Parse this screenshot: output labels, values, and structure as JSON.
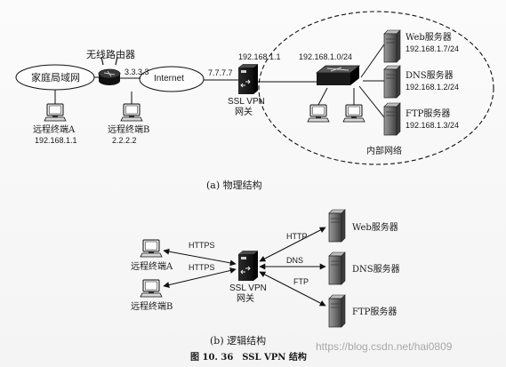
{
  "physical": {
    "home_lan": "家庭局域网",
    "router_label": "无线路由器",
    "router_ip": "3.3.3.3",
    "internet": "Internet",
    "gateway_ext_ip": "7.7.7.7",
    "gateway_int_ip": "192.168.1.1",
    "internal_subnet": "192.168.1.0/24",
    "gateway_label_1": "SSL VPN",
    "gateway_label_2": "网关",
    "terminal_a_name": "远程终端A",
    "terminal_a_ip": "192.168.1.1",
    "terminal_b_name": "远程终端B",
    "terminal_b_ip": "2.2.2.2",
    "web_server_name": "Web服务器",
    "web_server_ip": "192.168.1.7/24",
    "dns_server_name": "DNS服务器",
    "dns_server_ip": "192.168.1.2/24",
    "ftp_server_name": "FTP服务器",
    "ftp_server_ip": "192.168.1.3/24",
    "internal_network": "内部网络",
    "caption": "(a) 物理结构"
  },
  "logical": {
    "https_top": "HTTPS",
    "https_bottom": "HTTPS",
    "terminal_a": "远程终端A",
    "terminal_b": "远程终端B",
    "gateway_label_1": "SSL VPN",
    "gateway_label_2": "网关",
    "http": "HTTP",
    "dns": "DNS",
    "ftp": "FTP",
    "web_server": "Web服务器",
    "dns_server": "DNS服务器",
    "ftp_server": "FTP服务器",
    "caption": "(b) 逻辑结构"
  },
  "figure_caption": "图 10. 36　SSL VPN 结构",
  "watermark": "https://blog.csdn.net/hai0809"
}
